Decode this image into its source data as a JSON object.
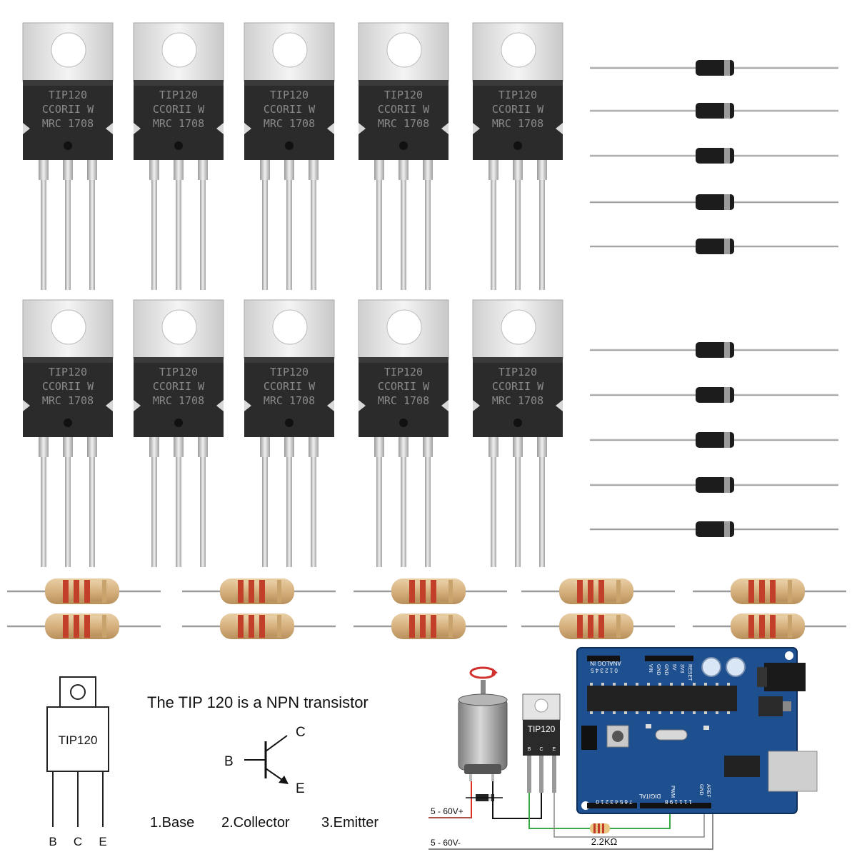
{
  "transistor_marking": {
    "line1": "TIP120",
    "line2": "CCORII W",
    "line3": "MRC 1708"
  },
  "transistor_count": 10,
  "diode_count": 10,
  "resistor_count": 10,
  "package_diagram": {
    "label": "TIP120",
    "pins": [
      "B",
      "C",
      "E"
    ]
  },
  "npn_section": {
    "heading": "The TIP 120 is a NPN transistor",
    "terminals": {
      "base": "B",
      "collector": "C",
      "emitter": "E"
    },
    "pin_legend": [
      "1.Base",
      "2.Collector",
      "3.Emitter"
    ]
  },
  "circuit": {
    "transistor_label": "TIP120",
    "transistor_pins": [
      "B",
      "C",
      "E"
    ],
    "supply_plus": "5 - 60V+",
    "supply_minus": "5 - 60V-",
    "resistor_value": "2.2KΩ",
    "board_labels": {
      "analog_in": "ANALOG IN",
      "analog_pins": "0 1 2 3 4 5",
      "power_pins": [
        "VIN",
        "GND",
        "GND",
        "5V",
        "3V3",
        "RESET"
      ],
      "digital": "DIGITAL",
      "digital_pins": "7 6 5 4 3 2 1 0",
      "digital_pins_high": "1 1 1 1 9 8",
      "pwm": "PWM",
      "aref": "AREF",
      "gnd": "GND"
    }
  },
  "colors": {
    "board_blue": "#1e4f8f",
    "transistor_body": "#2b2b2b",
    "tab_silver": "#e6e6e6",
    "resistor_body": "#d9b98a",
    "resistor_band": "#c2402a",
    "wire_red": "#e03020",
    "wire_green": "#3aa845"
  }
}
